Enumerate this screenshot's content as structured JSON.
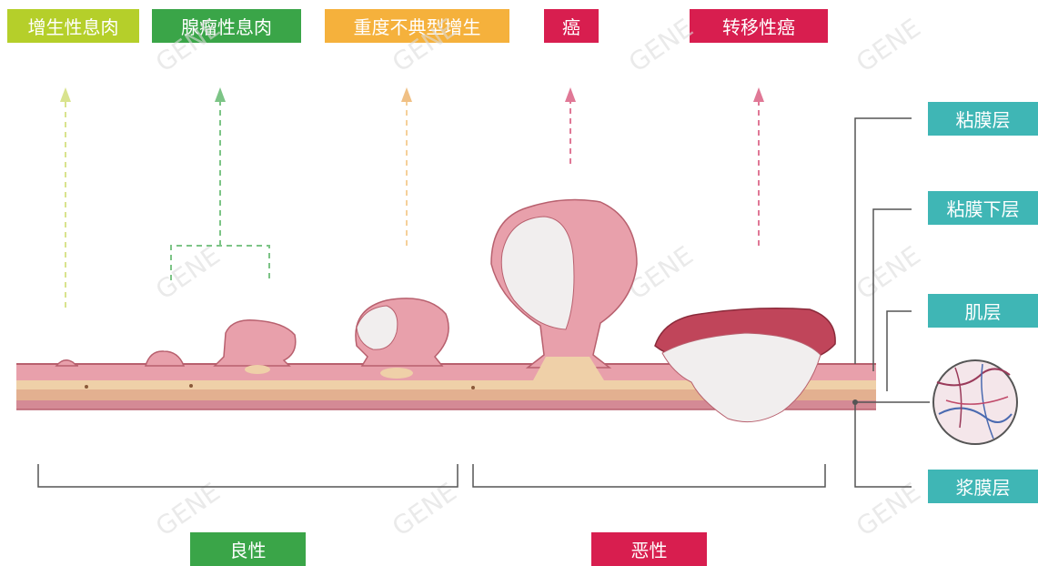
{
  "stages": [
    {
      "label": "增生性息肉",
      "color": "#b5cf2a"
    },
    {
      "label": "腺瘤性息肉",
      "color": "#3aa548"
    },
    {
      "label": "重度不典型增生",
      "color": "#f5b13c"
    },
    {
      "label": "癌",
      "color": "#d81e4f"
    },
    {
      "label": "转移性癌",
      "color": "#d81e4f"
    }
  ],
  "layers": [
    {
      "label": "粘膜层"
    },
    {
      "label": "粘膜下层"
    },
    {
      "label": "肌层"
    },
    {
      "label": "浆膜层"
    }
  ],
  "groups": [
    {
      "label": "良性",
      "color": "#3aa548"
    },
    {
      "label": "恶性",
      "color": "#d81e4f"
    }
  ],
  "colors": {
    "layer_teal": "#3fb6b5",
    "tissue_pink": "#e8a0ab",
    "tissue_dark": "#b8606e",
    "tumor_white": "#f1eeee",
    "tumor_red": "#c0455a",
    "tan": "#efd0a8",
    "watermark": "#cccccc"
  },
  "watermark_text": "GENE"
}
